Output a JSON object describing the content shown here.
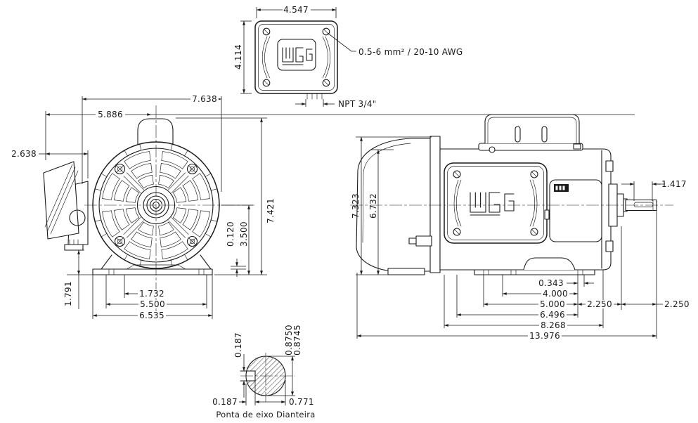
{
  "brand": "WEG",
  "terminal_box_view": {
    "width": "4.547",
    "height": "4.114",
    "cable_range": "0.5-6 mm² / 20-10 AWG",
    "conduit": "NPT 3/4\""
  },
  "front_view": {
    "overall_width": "7.638",
    "box_to_center": "5.886",
    "box_depth": "2.638",
    "overall_height": "7.421",
    "foot_pad_thickness": "0.120",
    "centerline_height": "3.500",
    "foot_height": "1.791",
    "slot_to_center": "1.732",
    "bolt_hole_spacing": "5.500",
    "base_width": "6.535"
  },
  "side_view": {
    "overall_height": "7.323",
    "fan_cover_height": "6.732",
    "key_length": "1.417",
    "foot_slot_width": "0.343",
    "f_dimension": "4.000",
    "bolt_spacing": "5.000",
    "foot_to_face": "2.250",
    "shaft_extension": "2.250",
    "base_length": "6.496",
    "body_length": "8.268",
    "overall_length": "13.976"
  },
  "shaft_detail": {
    "key_width": "0.187",
    "shaft_dia_max": "0.8750",
    "shaft_dia_min": "0.8745",
    "key_flat_offset": "0.187",
    "flat_to_opposite": "0.771",
    "caption": "Ponta de eixo Dianteira"
  }
}
